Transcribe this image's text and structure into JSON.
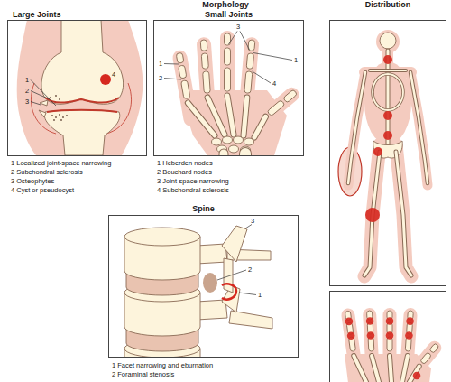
{
  "diagram": {
    "nodes": [
      {
        "text": [
          "Large Joints"
        ]
      },
      {
        "text": [
          "Small Joints"
        ]
      },
      {
        "text": [
          "Spine"
        ]
      },
      {
        "text": [
          "Distribution"
        ]
      }
    ],
    "labels": [
      "Morphology",
      "1",
      "2",
      "3",
      "4",
      "1 Localized joint-space narrowing",
      "2 Subchondral sclerosis",
      "3 Osteophytes",
      "4 Cyst or pseudocyst",
      "1",
      "2",
      "3",
      "1",
      "4",
      "1 Heberden nodes",
      "2 Bouchard nodes",
      "3 Joint-space narrowing",
      "4 Subchondral sclerosis",
      "3",
      "2",
      "1",
      "1 Facet narrowing and eburnation",
      "2 Foraminal stenosis"
    ]
  }
}
